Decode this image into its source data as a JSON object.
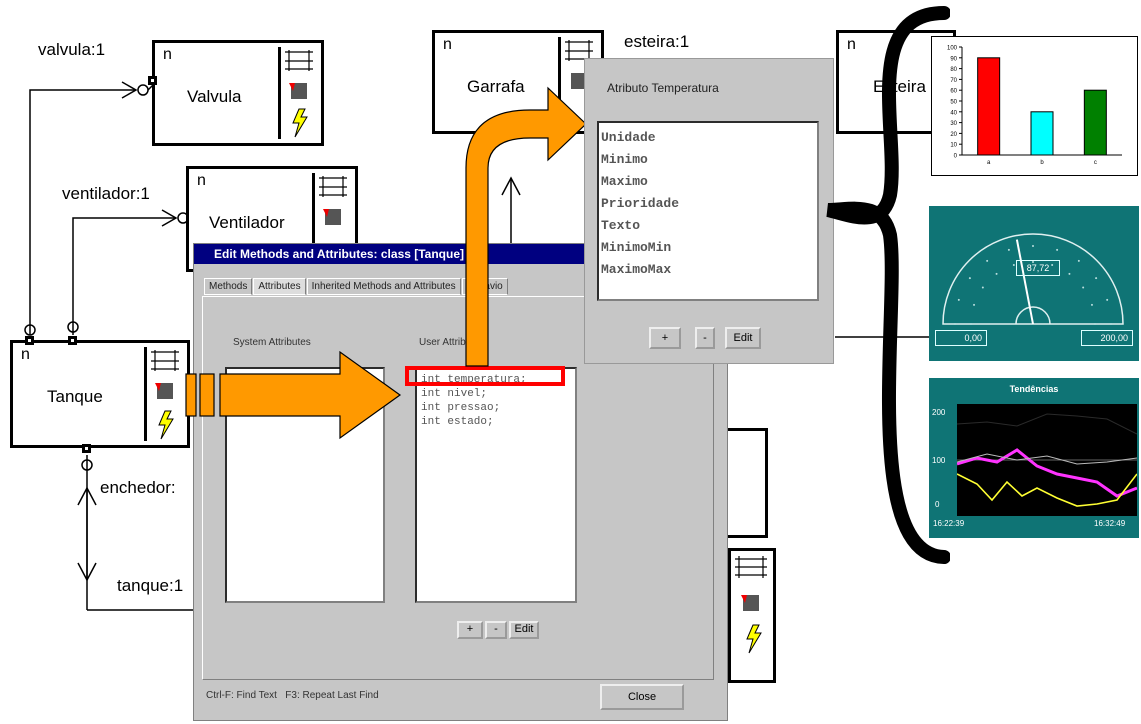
{
  "diagram": {
    "labels": {
      "valvula_port": "valvula:1",
      "ventilador_port": "ventilador:1",
      "esteira_port": "esteira:1",
      "enchedor_port": "enchedor:",
      "tanque_port": "tanque:1"
    },
    "classes": {
      "valvula": {
        "n": "n",
        "name": "Valvula"
      },
      "ventilador": {
        "n": "n",
        "name": "Ventilador"
      },
      "garrafa": {
        "n": "n",
        "name": "Garrafa"
      },
      "esteira": {
        "n": "n",
        "name": "Esteira"
      },
      "tanque": {
        "n": "n",
        "name": "Tanque"
      }
    }
  },
  "edit_dialog": {
    "title": "Edit Methods and Attributes: class [Tanque]",
    "tabs": [
      "Methods",
      "Attributes",
      "Inherited Methods and Attributes",
      "Behavio"
    ],
    "system_attributes_label": "System Attributes",
    "user_attributes_label": "User Attributes",
    "user_attributes": [
      "int temperatura;",
      "int nivel;",
      "int pressao;",
      "int estado;"
    ],
    "buttons": {
      "add": "+",
      "remove": "-",
      "edit": "Edit",
      "close": "Close"
    },
    "status": "Ctrl-F: Find Text   F3: Repeat Last Find"
  },
  "attr_dialog": {
    "title": "Atributo Temperatura",
    "items": [
      "Unidade",
      "Minimo",
      "Maximo",
      "Prioridade",
      "Texto",
      "MinimoMin",
      "MaximoMax"
    ],
    "buttons": {
      "add": "+",
      "remove": "-",
      "edit": "Edit"
    }
  },
  "gauge": {
    "value": "87,72",
    "min": "0,00",
    "max": "200,00",
    "value_fraction": 0.44
  },
  "trend": {
    "title": "Tendências",
    "y_labels": [
      "200",
      "100",
      "0"
    ],
    "x_labels": [
      "16:22:39",
      "16:32:49"
    ]
  },
  "chart_data": {
    "type": "bar",
    "categories": [
      "a",
      "b",
      "c"
    ],
    "values": [
      90,
      40,
      60
    ],
    "colors": [
      "#ff0000",
      "#00ffff",
      "#008000"
    ],
    "ylim": [
      0,
      100
    ],
    "yticks": [
      0,
      10,
      20,
      30,
      40,
      50,
      60,
      70,
      80,
      90,
      100
    ]
  }
}
